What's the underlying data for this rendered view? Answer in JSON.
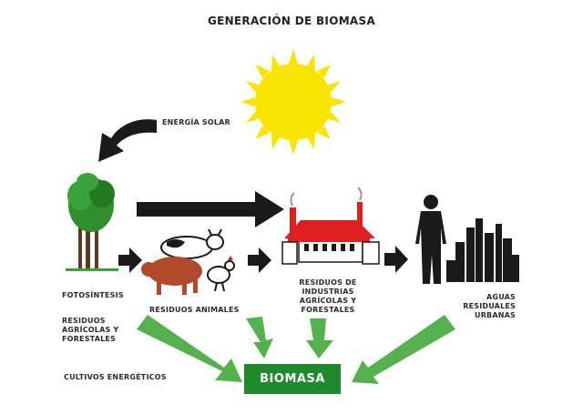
{
  "title": "GENERACIÓN DE BIOMASA",
  "labels": {
    "energia_solar": "ENERGÍA SOLAR",
    "fotosintesis": "FOTOSÍNTESIS",
    "residuos_agricolas": [
      "RESIDUOS",
      "AGRÍCOLAS Y",
      "FORESTALES"
    ],
    "residuos_animales": "RESIDUOS ANIMALES",
    "residuos_industrias": [
      "RESIDUOS DE",
      "INDUSTRIAS",
      "AGRÍCOLAS Y",
      "FORESTALES"
    ],
    "aguas_residuales": [
      "AGUAS",
      "RESIDUALES",
      "URBANAS"
    ],
    "cultivos": "CULTIVOS ENERGÉTICOS",
    "biomasa": "BIOMASA"
  },
  "colors": {
    "sun": "#f7e400",
    "arrow_dark": "#1a1a1a",
    "arrow_green": "#55b04e",
    "biomasa_box": "#1e8a2c",
    "factory_roof": "#e02020",
    "tree": "#2f8f2f"
  }
}
